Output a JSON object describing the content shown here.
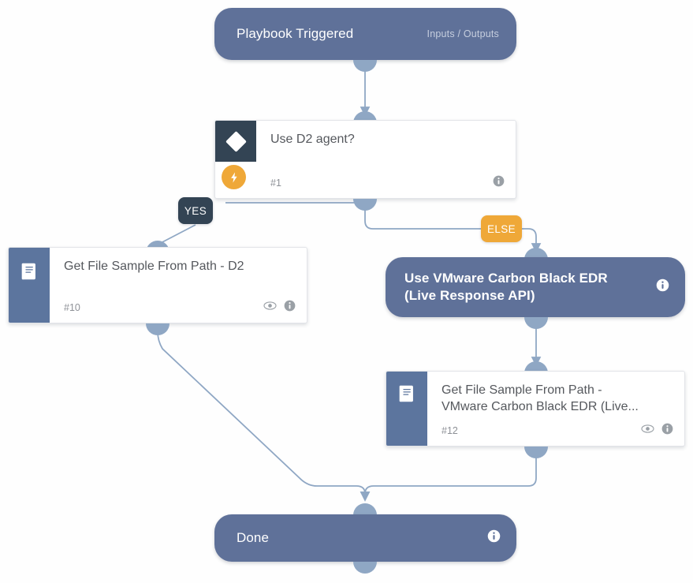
{
  "diagram": {
    "type": "playbook-workflow",
    "background_color": "#fefefe",
    "colors": {
      "node_fill": "#5f7199",
      "icon_panel": "#5c759e",
      "decision_icon_bg": "#334454",
      "accent_orange": "#efa838",
      "port": "#8fa7c4",
      "edge": "#8fa7c4",
      "card_text": "#55585d"
    },
    "nodes": [
      {
        "id": "start",
        "shape": "pill",
        "title": "Playbook Triggered",
        "subtitle": "Inputs / Outputs",
        "icon": "none"
      },
      {
        "id": "decision",
        "shape": "card",
        "title": "Use D2 agent?",
        "number": "#1",
        "icon": "diamond-icon",
        "badge": "lightning-bolt-icon",
        "has_info": true,
        "has_eye": false
      },
      {
        "id": "d2-action",
        "shape": "card",
        "title": "Get File Sample From Path - D2",
        "number": "#10",
        "icon": "playbook-book-icon",
        "has_info": true,
        "has_eye": true
      },
      {
        "id": "vmware-step",
        "shape": "pill",
        "title": "Use VMware Carbon Black EDR\n(Live Response API)",
        "bold": true,
        "has_info": true
      },
      {
        "id": "vmware-action",
        "shape": "card",
        "title": "Get File Sample From Path -\nVMware Carbon Black EDR (Live...",
        "number": "#12",
        "icon": "playbook-book-icon",
        "has_info": true,
        "has_eye": true
      },
      {
        "id": "done",
        "shape": "pill",
        "title": "Done",
        "has_info": true
      }
    ],
    "edges": [
      {
        "from": "start",
        "to": "decision",
        "label": ""
      },
      {
        "from": "decision",
        "to": "d2-action",
        "label": "YES"
      },
      {
        "from": "decision",
        "to": "vmware-step",
        "label": "ELSE"
      },
      {
        "from": "vmware-step",
        "to": "vmware-action",
        "label": ""
      },
      {
        "from": "d2-action",
        "to": "done",
        "label": ""
      },
      {
        "from": "vmware-action",
        "to": "done",
        "label": ""
      }
    ],
    "labels": {
      "yes": "YES",
      "else": "ELSE"
    }
  }
}
